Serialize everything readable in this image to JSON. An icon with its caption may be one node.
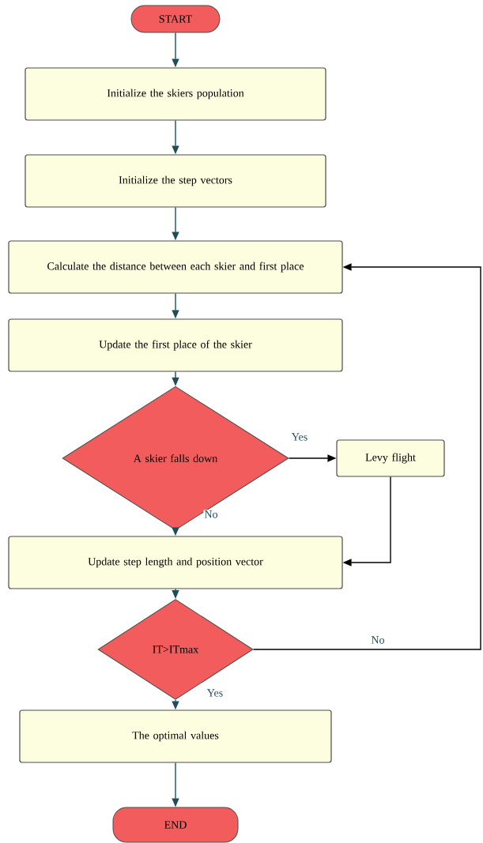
{
  "diagram": {
    "nodes": [
      {
        "text": [
          "START"
        ]
      },
      {
        "text": [
          "Initialize the skiers population"
        ]
      },
      {
        "text": [
          "Initialize the step vectors"
        ]
      },
      {
        "text": [
          "Calculate the distance between each skier and first place"
        ]
      },
      {
        "text": [
          "Update the first place of the skier"
        ]
      },
      {
        "text": [
          "A skier falls down"
        ]
      },
      {
        "text": [
          "Levy flight"
        ]
      },
      {
        "text": [
          "Update step length and position vector"
        ]
      },
      {
        "text": [
          "IT>ITmax"
        ]
      },
      {
        "text": [
          "The optimal values"
        ]
      },
      {
        "text": [
          "END"
        ]
      }
    ],
    "edges": [
      {
        "from": 0,
        "to": 1,
        "arrow": "to"
      },
      {
        "from": 1,
        "to": 2,
        "arrow": "to"
      },
      {
        "from": 2,
        "to": 3,
        "arrow": "to"
      },
      {
        "from": 3,
        "to": 4,
        "arrow": "to"
      },
      {
        "from": 4,
        "to": 5,
        "arrow": "to"
      },
      {
        "from": 5,
        "to": 6,
        "arrow": "to",
        "label": "Yes",
        "color": "#000000"
      },
      {
        "from": 6,
        "to": 7,
        "arrow": "to",
        "color": "#000000"
      },
      {
        "from": 5,
        "to": 7,
        "arrow": "to",
        "label": "No"
      },
      {
        "from": 7,
        "to": 8,
        "arrow": "to"
      },
      {
        "from": 8,
        "to": 9,
        "arrow": "to",
        "label": "Yes"
      },
      {
        "from": 8,
        "to": 3,
        "arrow": "to",
        "label": "No",
        "color": "#000000"
      },
      {
        "from": 9,
        "to": 10,
        "arrow": "to"
      }
    ]
  }
}
